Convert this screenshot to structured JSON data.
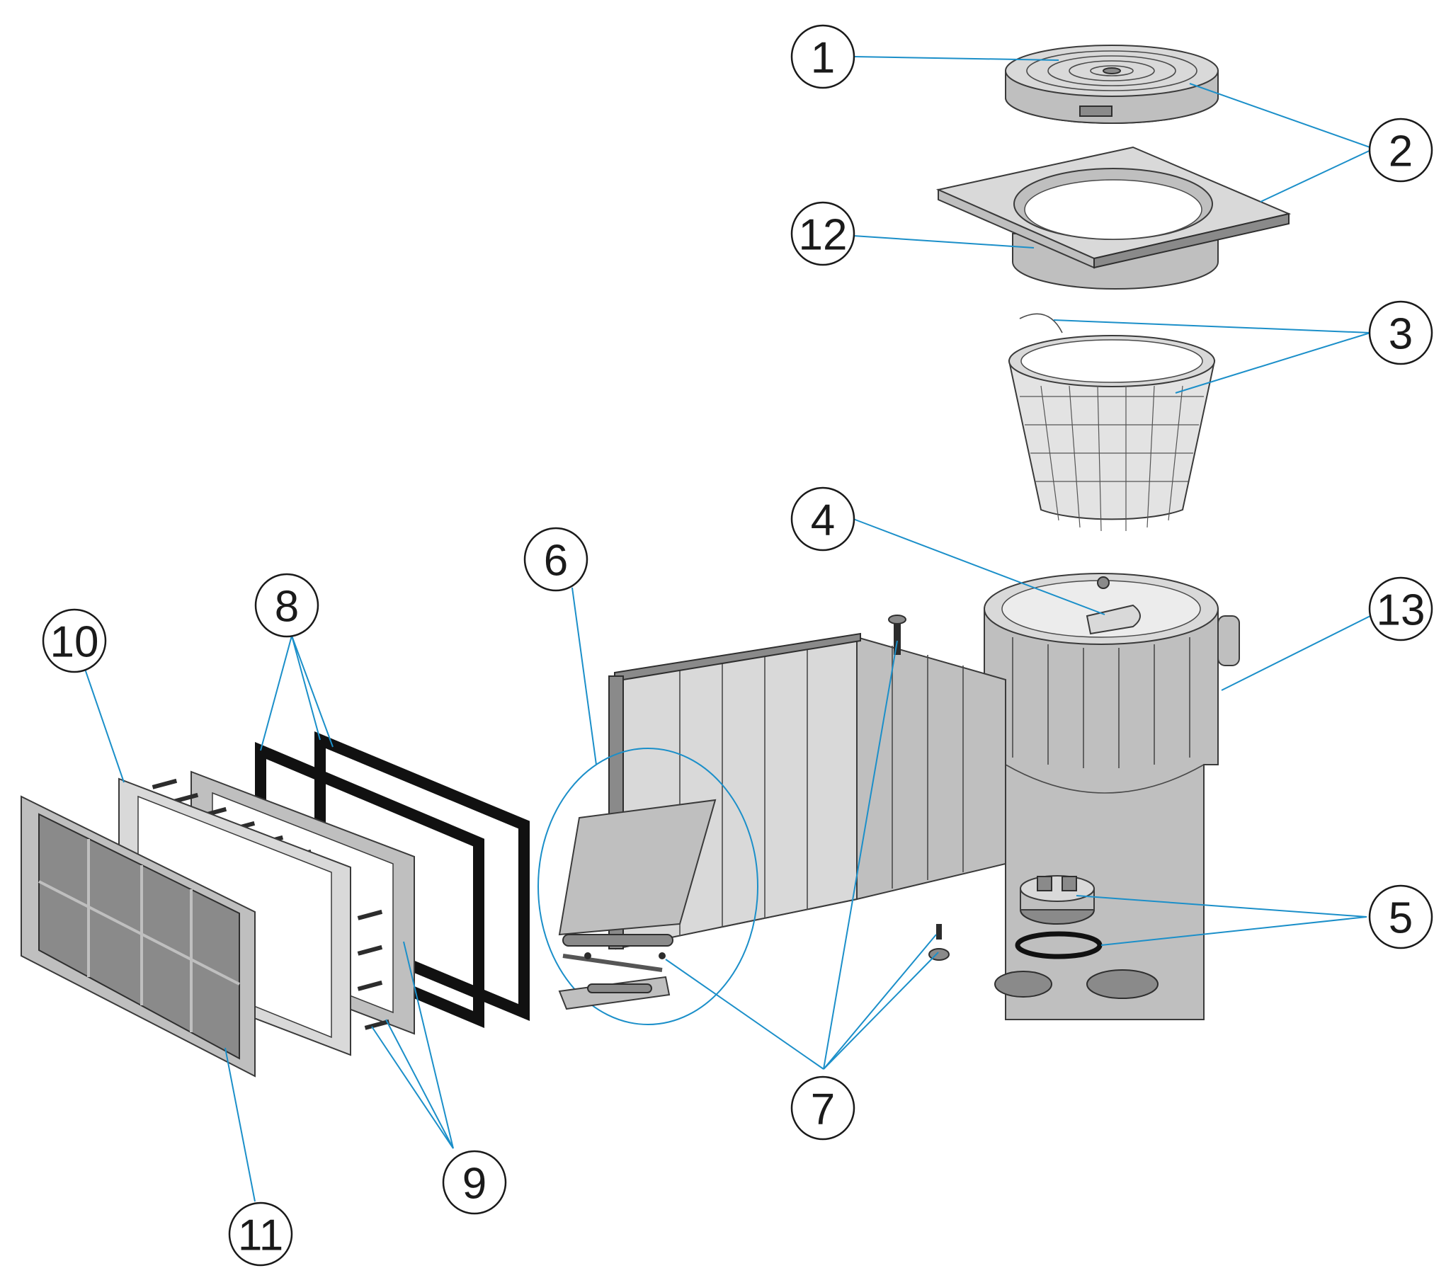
{
  "diagram": {
    "callouts": [
      {
        "id": "1",
        "label": "1"
      },
      {
        "id": "2",
        "label": "2"
      },
      {
        "id": "3",
        "label": "3"
      },
      {
        "id": "4",
        "label": "4"
      },
      {
        "id": "5",
        "label": "5"
      },
      {
        "id": "6",
        "label": "6"
      },
      {
        "id": "7",
        "label": "7"
      },
      {
        "id": "8",
        "label": "8"
      },
      {
        "id": "9",
        "label": "9"
      },
      {
        "id": "10",
        "label": "10"
      },
      {
        "id": "11",
        "label": "11"
      },
      {
        "id": "12",
        "label": "12"
      },
      {
        "id": "13",
        "label": "13"
      }
    ],
    "colors": {
      "leader": "#1b8fc9",
      "part": "#bfbfbf",
      "gasket": "#111111",
      "outline": "#1a1a1a"
    }
  }
}
